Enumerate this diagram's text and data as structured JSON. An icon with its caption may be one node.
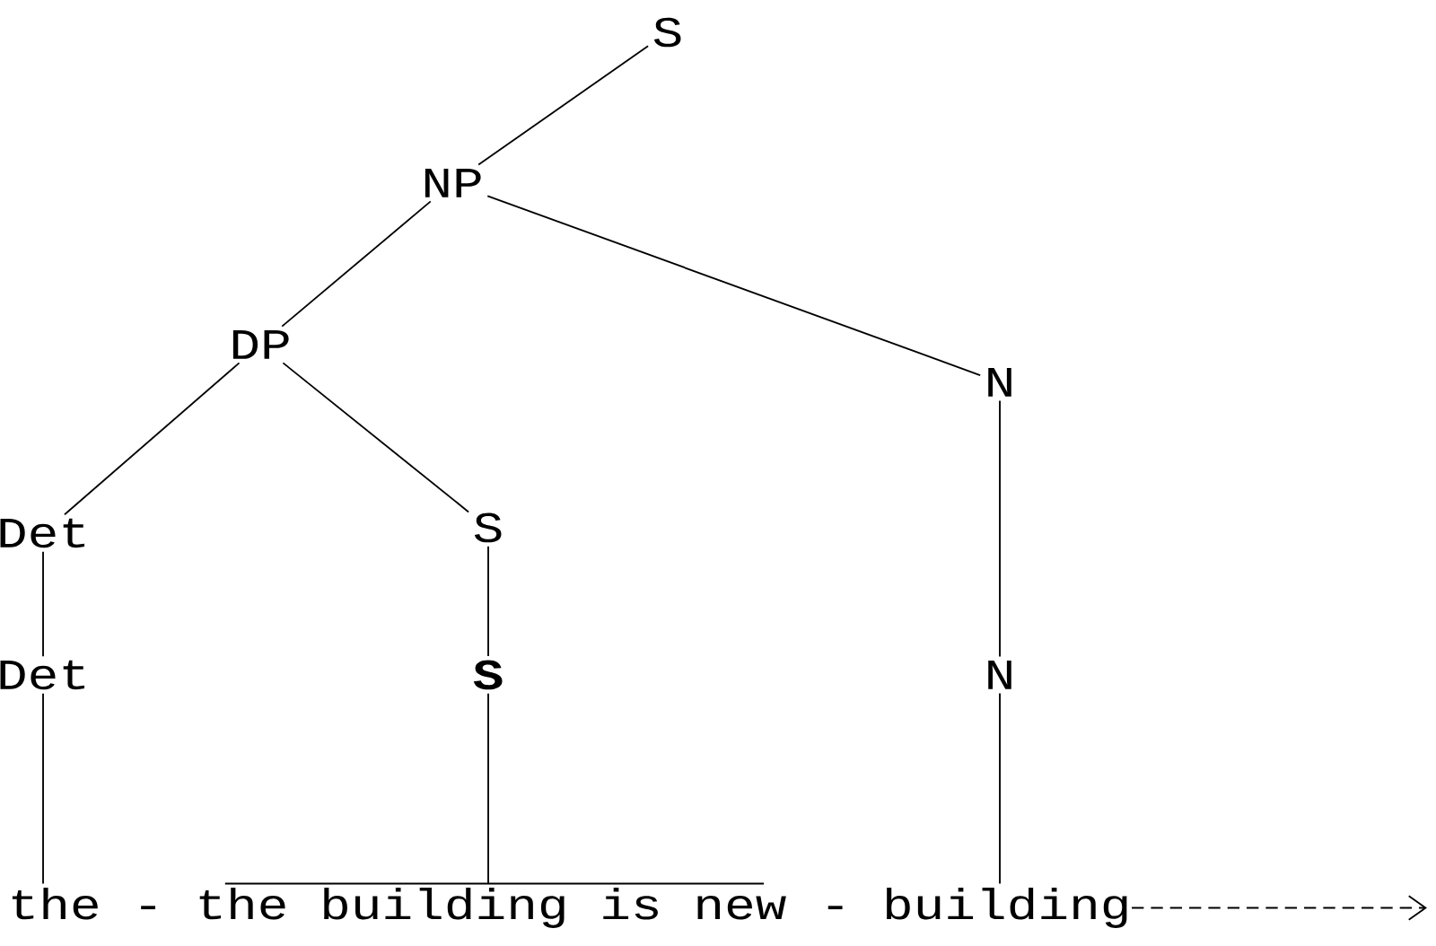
{
  "diagram": {
    "nodes": [
      {
        "text": [
          "S"
        ]
      },
      {
        "text": [
          "NP"
        ]
      },
      {
        "text": [
          "DP"
        ]
      },
      {
        "text": [
          "N"
        ]
      },
      {
        "text": [
          "Det"
        ]
      },
      {
        "text": [
          "S"
        ]
      },
      {
        "text": [
          "Det"
        ]
      },
      {
        "text": [
          "**S**"
        ]
      },
      {
        "text": [
          "N"
        ]
      },
      {
        "text": [
          "the"
        ]
      },
      {
        "text": [
          "the building is new"
        ]
      },
      {
        "text": [
          "building"
        ]
      }
    ],
    "edges": [
      {
        "from": 0,
        "to": 1,
        "arrow": "none"
      },
      {
        "from": 1,
        "to": 2,
        "arrow": "none"
      },
      {
        "from": 1,
        "to": 3,
        "arrow": "none"
      },
      {
        "from": 2,
        "to": 4,
        "arrow": "none"
      },
      {
        "from": 2,
        "to": 5,
        "arrow": "none"
      },
      {
        "from": 4,
        "to": 6,
        "arrow": "none"
      },
      {
        "from": 5,
        "to": 7,
        "arrow": "none"
      },
      {
        "from": 3,
        "to": 8,
        "arrow": "none"
      },
      {
        "from": 6,
        "to": 9,
        "arrow": "none"
      },
      {
        "from": 7,
        "to": 10,
        "arrow": "none"
      },
      {
        "from": 8,
        "to": 11,
        "arrow": "none"
      },
      {
        "from": 11,
        "to": null,
        "arrow": "to",
        "style": "dashed"
      }
    ],
    "labels": [
      "-",
      "-"
    ]
  }
}
